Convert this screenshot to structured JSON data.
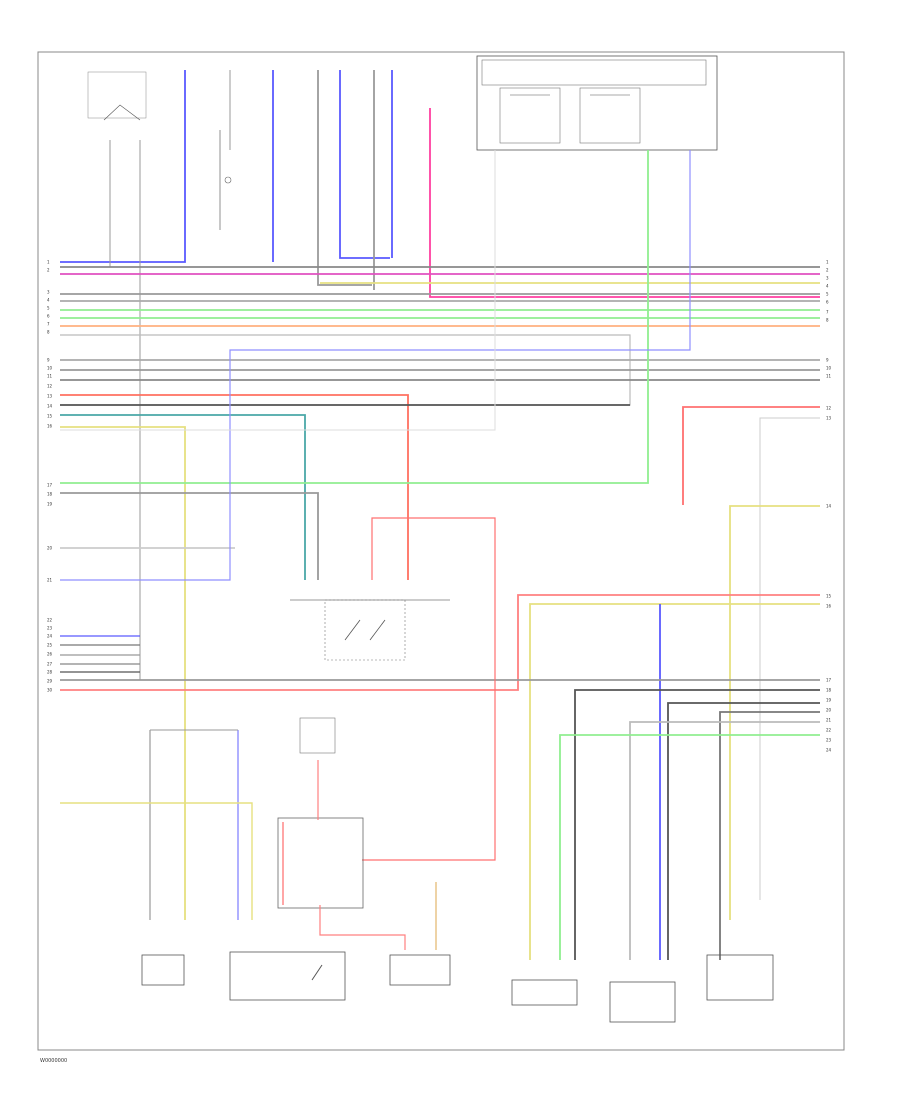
{
  "footer": {
    "code": "W0000000"
  },
  "wire_colors": {
    "blue": "#5a5aff",
    "pink": "#e050c0",
    "magenta": "#ff3fa0",
    "red": "#ff5a5a",
    "orange": "#ff7f50",
    "yellow": "#e6e080",
    "green": "#90ee90",
    "teal": "#4aa8a8",
    "gray": "#9a9a9a",
    "dark": "#555555",
    "black": "#222222"
  },
  "left_pins": [
    "1",
    "2",
    "3",
    "4",
    "5",
    "6",
    "7",
    "8",
    "9",
    "10",
    "11",
    "12",
    "13",
    "14",
    "15",
    "16",
    "17",
    "18",
    "19",
    "20",
    "21",
    "22",
    "23",
    "24",
    "25",
    "26",
    "27",
    "28",
    "29",
    "30"
  ],
  "right_pins": [
    "1",
    "2",
    "3",
    "4",
    "5",
    "6",
    "7",
    "8",
    "9",
    "10",
    "11",
    "12",
    "13",
    "14",
    "15",
    "16",
    "17",
    "18",
    "19",
    "20",
    "21",
    "22",
    "23",
    "24"
  ]
}
